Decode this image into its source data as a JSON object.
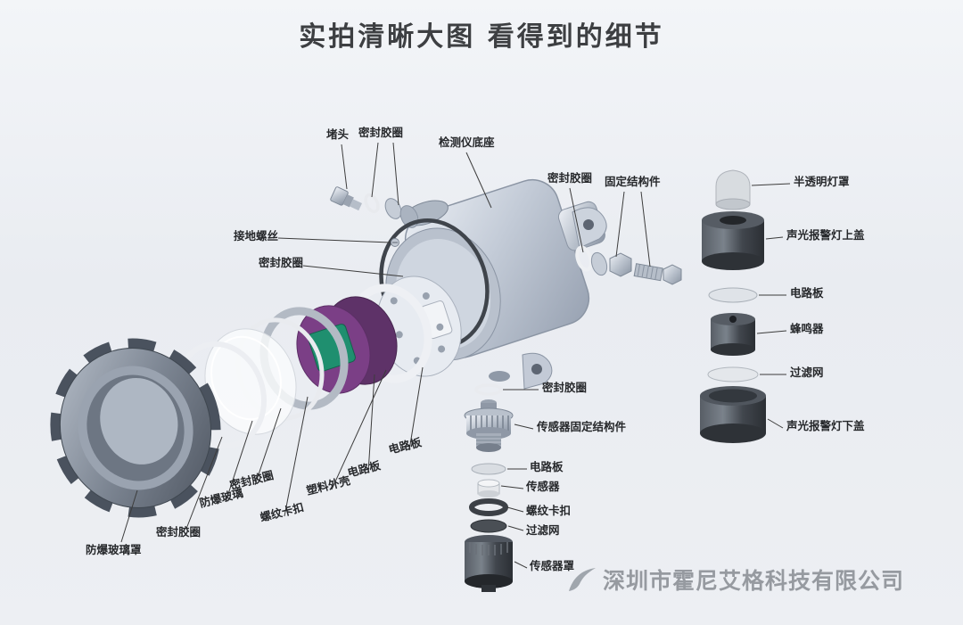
{
  "title": "实拍清晰大图 看得到的细节",
  "watermark": {
    "text": "深圳市霍尼艾格科技有限公司"
  },
  "colors": {
    "screen_green": "#1f8f6f",
    "board_purple": "#7b3f86",
    "metal_gray": "#aeb6c2",
    "dark_part": "#33373c"
  },
  "labels": [
    {
      "text": "堵头"
    },
    {
      "text": "密封胶圈"
    },
    {
      "text": "检测仪底座"
    },
    {
      "text": "密封胶圈"
    },
    {
      "text": "固定结构件"
    },
    {
      "text": "半透明灯罩"
    },
    {
      "text": "声光报警灯上盖"
    },
    {
      "text": "电路板"
    },
    {
      "text": "蜂鸣器"
    },
    {
      "text": "过滤网"
    },
    {
      "text": "声光报警灯下盖"
    },
    {
      "text": "接地螺丝"
    },
    {
      "text": "密封胶圈"
    },
    {
      "text": "密封胶圈"
    },
    {
      "text": "传感器固定结构件"
    },
    {
      "text": "电路板"
    },
    {
      "text": "传感器"
    },
    {
      "text": "螺纹卡扣"
    },
    {
      "text": "过滤网"
    },
    {
      "text": "传感器罩"
    },
    {
      "text": "电路板"
    },
    {
      "text": "电路板"
    },
    {
      "text": "塑料外壳"
    },
    {
      "text": "螺纹卡扣"
    },
    {
      "text": "密封胶圈"
    },
    {
      "text": "防爆玻璃"
    },
    {
      "text": "密封胶圈"
    },
    {
      "text": "防爆玻璃罩"
    }
  ]
}
